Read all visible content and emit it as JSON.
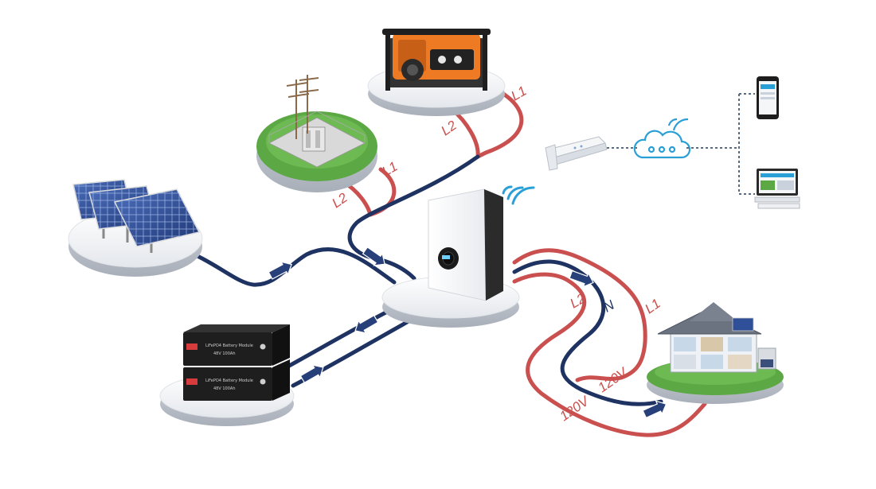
{
  "colors": {
    "line_red": "#c9504f",
    "line_navy": "#1f3363",
    "arrow_navy": "#27407a",
    "grass": "#5ca845",
    "platform": "#eef0f3",
    "generator": "#ee7a23",
    "wifi": "#2a9fd6",
    "cloud": "#2a9fd6",
    "battery": "#1e1e1e",
    "solar": "#2f4f98"
  },
  "icons": {
    "generator": "generator-icon",
    "grid": "grid-substation-icon",
    "solar": "solar-panel-icon",
    "battery": "battery-rack-icon",
    "inverter": "inverter-icon",
    "house": "house-icon",
    "dongle": "wifi-dongle-icon",
    "cloud": "cloud-icon",
    "phone": "phone-icon",
    "pc": "desktop-computer-icon"
  },
  "wire_labels": {
    "generator_l1": "L1",
    "generator_l2": "L2",
    "grid_l1": "L1",
    "grid_l2": "L2",
    "output_l1": "L1",
    "output_l2": "L2",
    "output_n": "N",
    "voltage_inner": "120V",
    "voltage_outer": "120V"
  },
  "device_text": {
    "battery_label": "LiFePO4 Battery Module",
    "battery_spec": "48V 100Ah"
  }
}
